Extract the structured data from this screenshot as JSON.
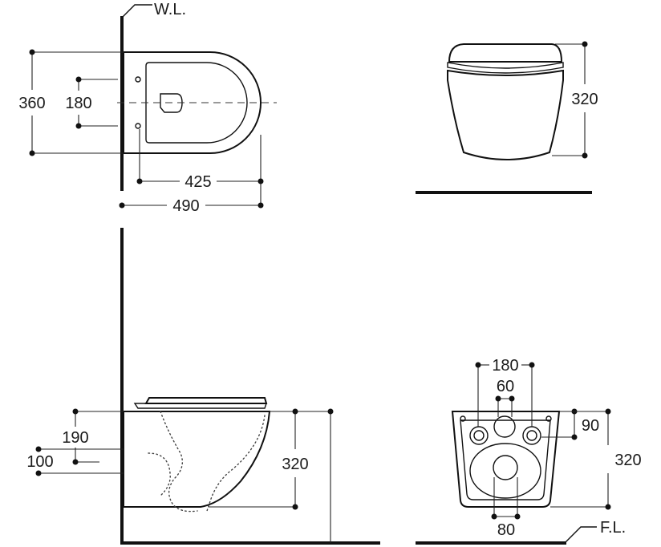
{
  "labels": {
    "wall_line": "W.L.",
    "floor_line": "F.L."
  },
  "top_view": {
    "overall_width": "360",
    "fixing_spacing": "180",
    "bowl_from_fixing": "425",
    "overall_length": "490"
  },
  "front_view": {
    "height": "320"
  },
  "side_view": {
    "upper_inlet_height": "190",
    "lower_inlet_height": "100",
    "height": "320"
  },
  "rear_view": {
    "fixing_spacing": "180",
    "inlet_spacing": "60",
    "fixing_height": "90",
    "height": "320",
    "outlet_spacing": "80"
  }
}
